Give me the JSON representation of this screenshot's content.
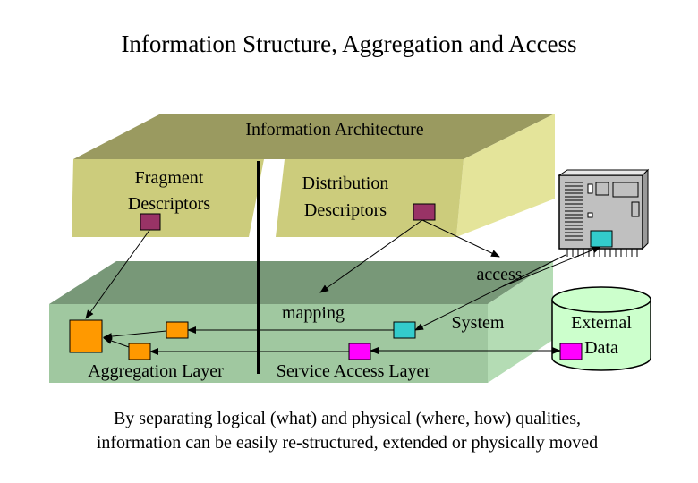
{
  "title": "Information Structure, Aggregation and Access",
  "labels": {
    "information_architecture": "Information Architecture",
    "fragment_descriptors_line1": "Fragment",
    "fragment_descriptors_line2": "Descriptors",
    "distribution_descriptors_line1": "Distribution",
    "distribution_descriptors_line2": "Descriptors",
    "access": "access",
    "mapping": "mapping",
    "system": "System",
    "external_data_line1": "External",
    "external_data_line2": "Data",
    "aggregation_layer": "Aggregation Layer",
    "service_access_layer": "Service Access Layer"
  },
  "caption": {
    "line1": "By separating logical (what) and physical (where, how) qualities,",
    "line2": "information can be easily re-structured, extended or physically moved"
  },
  "colors": {
    "architecture_top": "#9a9a60",
    "architecture_front": "#cccc7c",
    "architecture_side": "#e4e49a",
    "service_top": "#789878",
    "service_front": "#a0c8a0",
    "service_side": "#b4dcb4",
    "cylinder": "#ccffcc",
    "descriptor_box": "#993366",
    "aggregation_box": "#ff9900",
    "system_box": "#33cccc",
    "service_box": "#ff00ff",
    "server": "#c0c0c0"
  },
  "icons": [
    "server-icon",
    "database-cylinder-icon"
  ]
}
